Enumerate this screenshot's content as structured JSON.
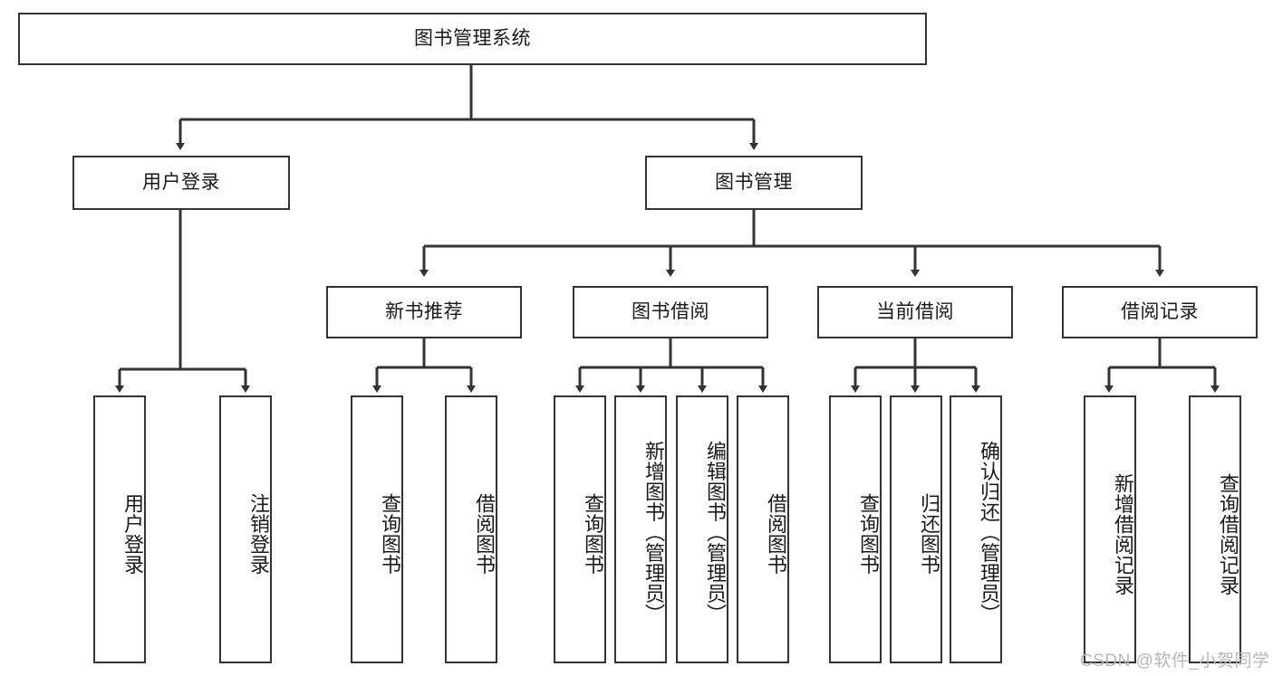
{
  "diagram": {
    "title": "图书管理系统",
    "watermark": "CSDN @软件_小贺同学",
    "line_color": "#333333",
    "background_color": "#ffffff",
    "text_color": "#1a1a1a",
    "watermark_color": "#b8b8b8"
  },
  "nodes": {
    "root": {
      "label": "图书管理系统"
    },
    "level2": [
      {
        "label": "用户登录"
      },
      {
        "label": "图书管理"
      }
    ],
    "level3": [
      {
        "label": "新书推荐"
      },
      {
        "label": "图书借阅"
      },
      {
        "label": "当前借阅"
      },
      {
        "label": "借阅记录"
      }
    ],
    "leaves": {
      "user_login": [
        {
          "label": "用户登录"
        },
        {
          "label": "注销登录"
        }
      ],
      "new_book_recommend": [
        {
          "label": "查询图书"
        },
        {
          "label": "借阅图书"
        }
      ],
      "book_borrow": [
        {
          "label": "查询图书"
        },
        {
          "label": "新增图书（管理员）"
        },
        {
          "label": "编辑图书（管理员）"
        },
        {
          "label": "借阅图书"
        }
      ],
      "current_borrow": [
        {
          "label": "查询图书"
        },
        {
          "label": "归还图书"
        },
        {
          "label": "确认归还（管理员）"
        }
      ],
      "borrow_record": [
        {
          "label": "新增借阅记录"
        },
        {
          "label": "查询借阅记录"
        }
      ]
    }
  }
}
